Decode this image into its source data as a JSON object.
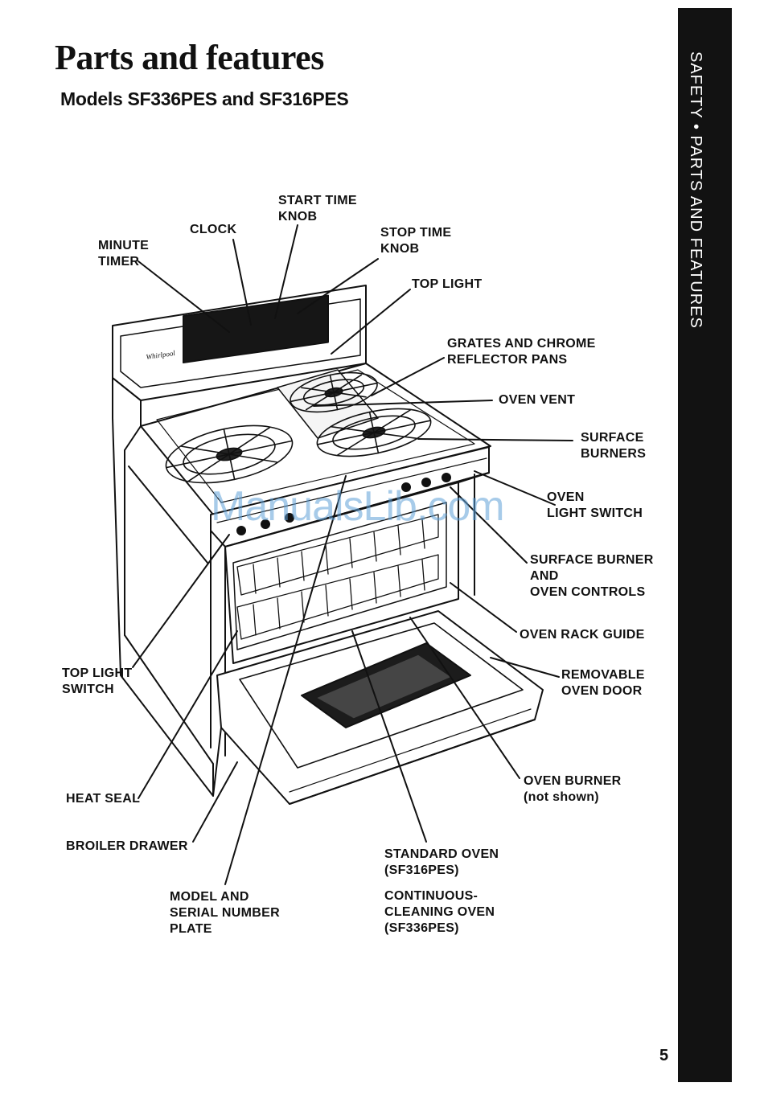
{
  "page": {
    "title": "Parts and features",
    "subtitle": "Models SF336PES and SF316PES",
    "side_tab": "SAFETY • PARTS AND FEATURES",
    "page_number": "5"
  },
  "illustration": {
    "subject": "range-oven",
    "callouts": {
      "minute_timer": "MINUTE\nTIMER",
      "clock": "CLOCK",
      "start_time_knob": "START TIME\nKNOB",
      "stop_time_knob": "STOP TIME\nKNOB",
      "top_light": "TOP LIGHT",
      "grates_reflector_pans": "GRATES AND CHROME\nREFLECTOR PANS",
      "oven_vent": "OVEN VENT",
      "surface_burners": "SURFACE\nBURNERS",
      "oven_light_switch": "OVEN\nLIGHT SWITCH",
      "surface_burner_oven_controls": "SURFACE BURNER\nAND\nOVEN CONTROLS",
      "oven_rack_guide": "OVEN RACK GUIDE",
      "removable_oven_door": "REMOVABLE\nOVEN DOOR",
      "oven_burner": "OVEN BURNER\n(not shown)",
      "top_light_switch": "TOP LIGHT\nSWITCH",
      "heat_seal": "HEAT SEAL",
      "broiler_drawer": "BROILER DRAWER",
      "model_serial_plate": "MODEL AND\nSERIAL NUMBER\nPLATE",
      "standard_oven": "STANDARD OVEN\n(SF316PES)",
      "continuous_cleaning_oven": "CONTINUOUS-\nCLEANING OVEN\n(SF336PES)"
    },
    "logo_text": "Whirlpool"
  },
  "watermark": "ManualsLib.com"
}
